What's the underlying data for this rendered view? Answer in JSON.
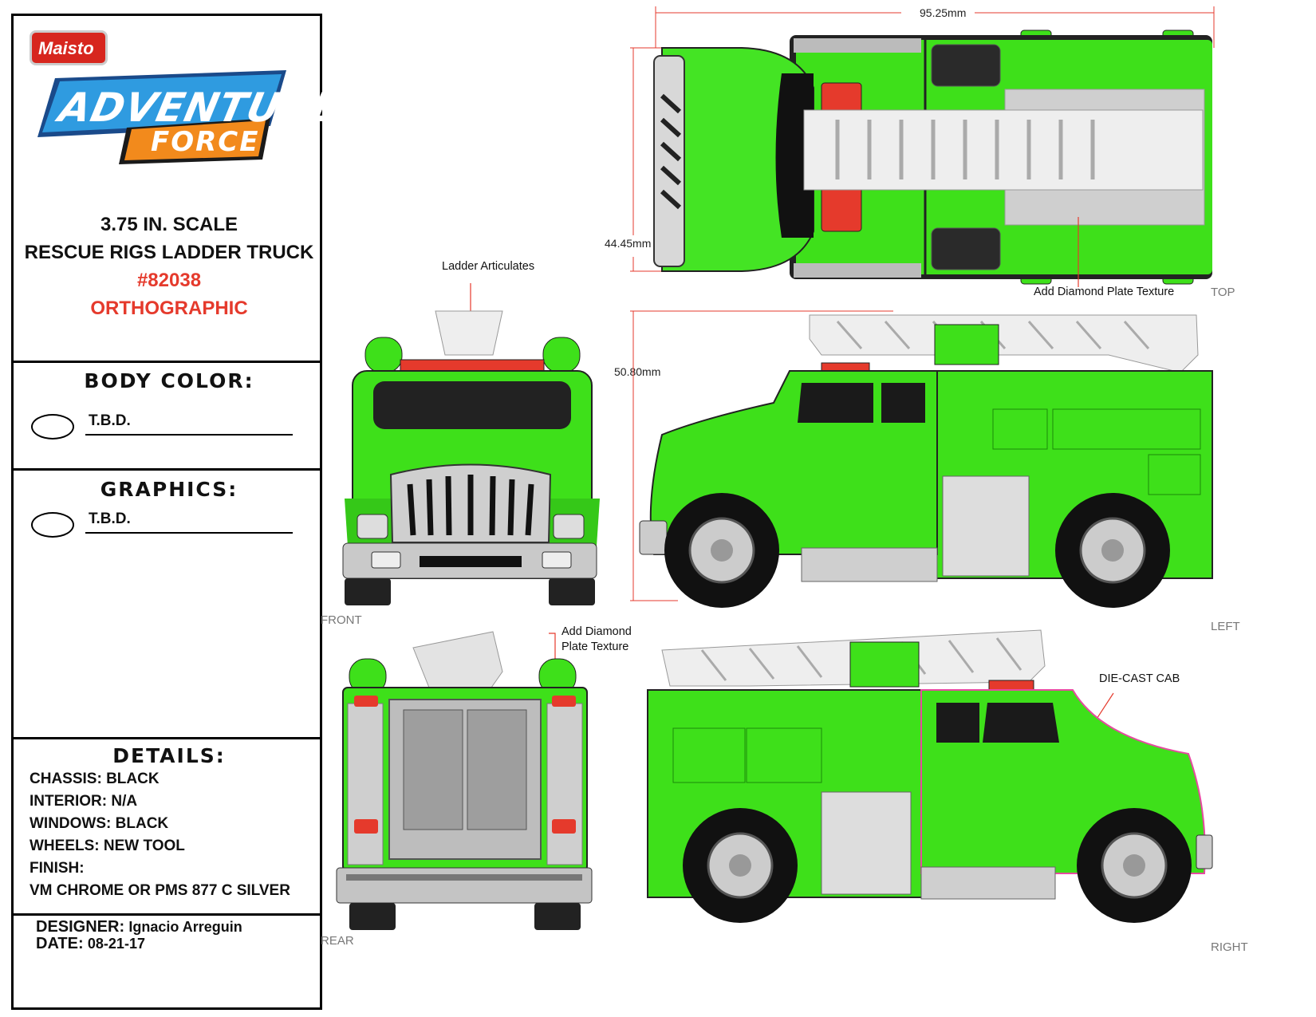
{
  "brand": {
    "maker": "Maisto",
    "line1": "ADVENTURE",
    "line2": "FORCE"
  },
  "header": {
    "scale": "3.75 IN. SCALE",
    "name": "RESCUE RIGS LADDER TRUCK",
    "number": "#82038",
    "type": "ORTHOGRAPHIC"
  },
  "body_color": {
    "heading": "BODY COLOR:",
    "value": "T.B.D."
  },
  "graphics": {
    "heading": "GRAPHICS:",
    "value": "T.B.D."
  },
  "details": {
    "heading": "DETAILS:",
    "lines": [
      "CHASSIS: BLACK",
      "INTERIOR: N/A",
      "WINDOWS: BLACK",
      "WHEELS: NEW TOOL",
      "FINISH:",
      "VM CHROME OR PMS 877 C SILVER"
    ]
  },
  "footer": {
    "designer_label": "DESIGNER:",
    "designer": "Ignacio Arreguin",
    "date_label": "DATE:",
    "date": "08-21-17"
  },
  "views": {
    "front": "FRONT",
    "rear": "REAR",
    "top": "TOP",
    "left": "LEFT",
    "right": "RIGHT"
  },
  "callouts": {
    "ladder": "Ladder Articulates",
    "diamond_rear_1": "Add Diamond",
    "diamond_rear_2": "Plate Texture",
    "diamond_top": "Add Diamond Plate Texture",
    "diecast": "DIE-CAST CAB"
  },
  "dimensions": {
    "length": "95.25mm",
    "width": "44.45mm",
    "height": "50.80mm"
  },
  "colors": {
    "body_green": "#3ee01a",
    "accent_red": "#e53a2c",
    "trim_gray": "#bfbfbf"
  }
}
